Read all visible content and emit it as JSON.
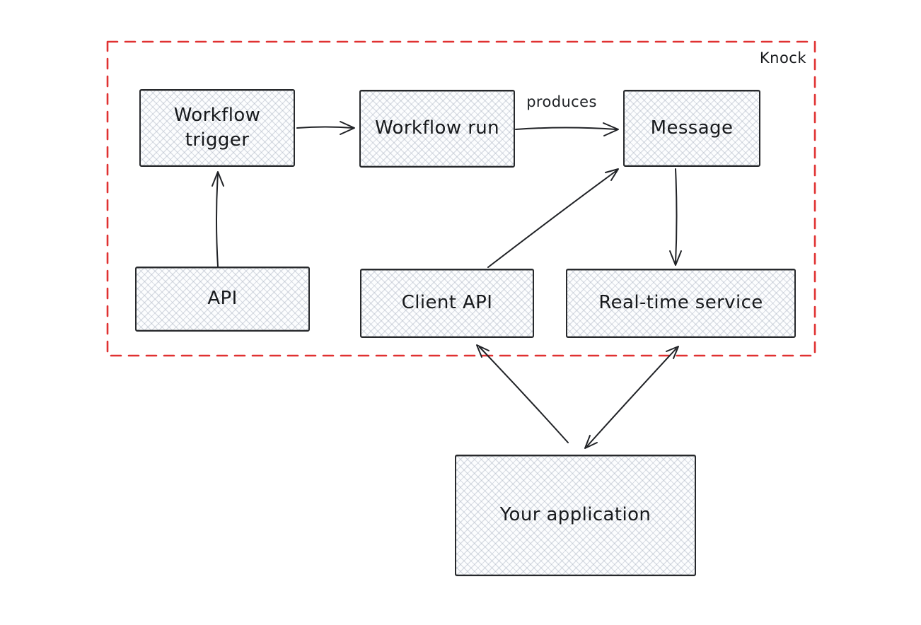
{
  "diagram": {
    "boundary": {
      "label": "Knock",
      "border_color": "#e03131",
      "style": "dashed"
    },
    "colors": {
      "node_stroke": "#27292c",
      "node_fill": "#fcfdfe",
      "hatch": "#a8b1c0",
      "arrow": "#202226",
      "background": "#ffffff"
    },
    "nodes": [
      {
        "id": "workflow-trigger",
        "label": "Workflow trigger",
        "inside_boundary": true
      },
      {
        "id": "workflow-run",
        "label": "Workflow run",
        "inside_boundary": true
      },
      {
        "id": "message",
        "label": "Message",
        "inside_boundary": true
      },
      {
        "id": "api",
        "label": "API",
        "inside_boundary": true
      },
      {
        "id": "client-api",
        "label": "Client API",
        "inside_boundary": true
      },
      {
        "id": "real-time-service",
        "label": "Real-time service",
        "inside_boundary": true
      },
      {
        "id": "your-application",
        "label": "Your application",
        "inside_boundary": false
      }
    ],
    "edges": [
      {
        "from": "Workflow trigger",
        "to": "Workflow run",
        "label": "",
        "direction": "one-way"
      },
      {
        "from": "Workflow run",
        "to": "Message",
        "label": "produces",
        "direction": "one-way"
      },
      {
        "from": "API",
        "to": "Workflow trigger",
        "label": "",
        "direction": "one-way"
      },
      {
        "from": "Client API",
        "to": "Message",
        "label": "",
        "direction": "one-way"
      },
      {
        "from": "Message",
        "to": "Real-time service",
        "label": "",
        "direction": "one-way"
      },
      {
        "from": "Your application",
        "to": "Client API",
        "label": "",
        "direction": "one-way"
      },
      {
        "from": "Your application",
        "to": "Real-time service",
        "label": "",
        "direction": "two-way"
      }
    ]
  }
}
